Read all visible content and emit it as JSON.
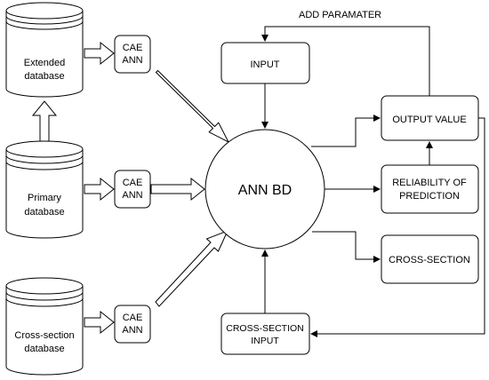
{
  "header": {
    "add_parameter": "ADD PARAMATER"
  },
  "databases": {
    "extended": [
      "Extended",
      "database"
    ],
    "primary": [
      "Primary",
      "database"
    ],
    "cross_section": [
      "Cross-section",
      "database"
    ]
  },
  "cae_ann": [
    "CAE",
    "ANN"
  ],
  "center": {
    "label": "ANN BD"
  },
  "blocks": {
    "input": "INPUT",
    "cross_section_input": [
      "CROSS-SECTION",
      "INPUT"
    ],
    "output_value": "OUTPUT VALUE",
    "reliability": [
      "RELIABILITY OF",
      "PREDICTION"
    ],
    "cross_section": "CROSS-SECTION"
  }
}
